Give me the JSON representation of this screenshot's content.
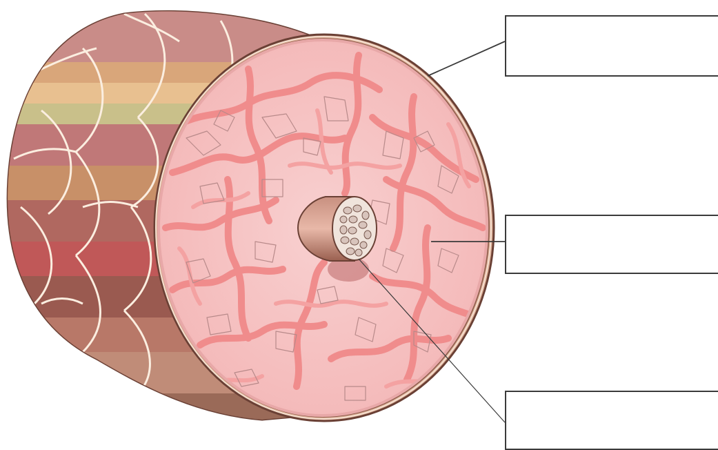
{
  "diagram": {
    "labels": [
      {
        "id": "outer-sheath",
        "text": ""
      },
      {
        "id": "inner-tissue",
        "text": ""
      },
      {
        "id": "central-core",
        "text": ""
      }
    ]
  },
  "colors": {
    "sheath": "#8b5a4a",
    "cross_section": "#f5c4c4",
    "vessels": "#f08a8a",
    "leader_line": "#3a3a3a"
  }
}
